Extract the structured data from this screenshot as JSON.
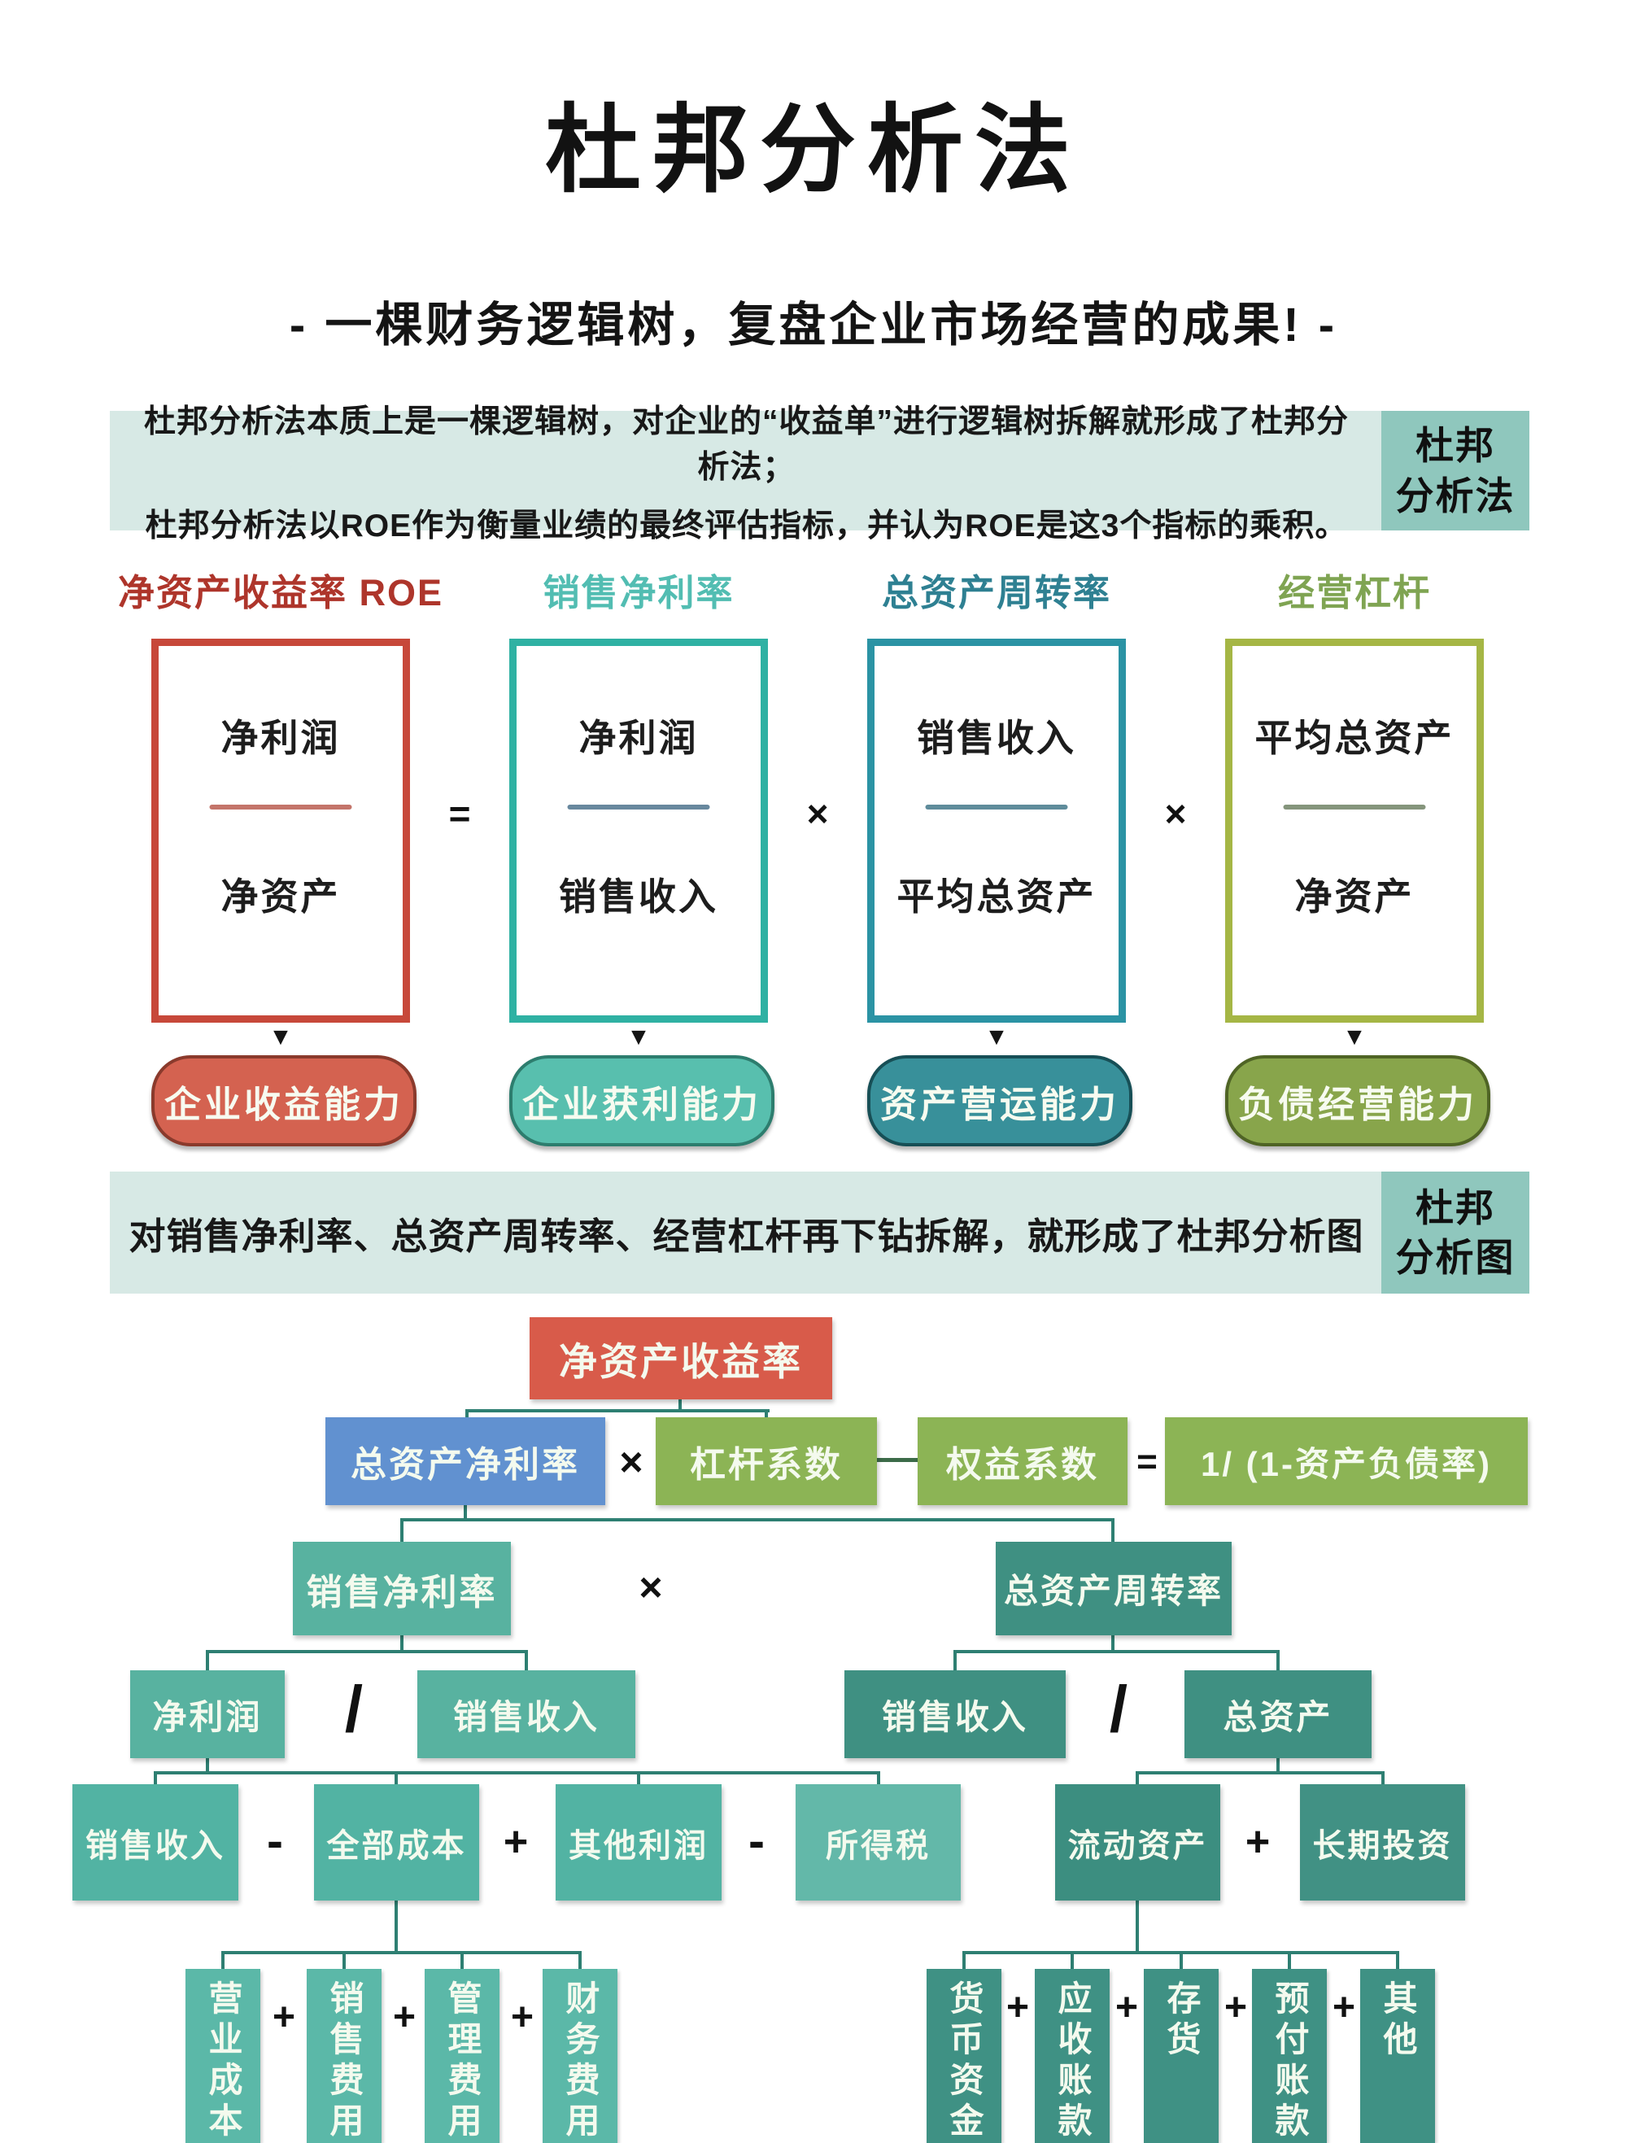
{
  "header": {
    "title": "杜邦分析法",
    "subtitle": "- 一棵财务逻辑树，复盘企业市场经营的成果! -"
  },
  "banner1": {
    "line1": "杜邦分析法本质上是一棵逻辑树，对企业的“收益单”进行逻辑树拆解就形成了杜邦分析法；",
    "line2": "杜邦分析法以ROE作为衡量业绩的最终评估指标，并认为ROE是这3个指标的乘积。",
    "tab": {
      "line1": "杜邦",
      "line2": "分析法"
    }
  },
  "formulas": {
    "headers": [
      "净资产收益率 ROE",
      "销售净利率",
      "总资产周转率",
      "经营杠杆"
    ],
    "boxes": [
      {
        "numerator": "净利润",
        "denominator": "净资产"
      },
      {
        "numerator": "净利润",
        "denominator": "销售收入"
      },
      {
        "numerator": "销售收入",
        "denominator": "平均总资产"
      },
      {
        "numerator": "平均总资产",
        "denominator": "净资产"
      }
    ],
    "operators": [
      "=",
      "×",
      "×"
    ],
    "pills": [
      "企业收益能力",
      "企业获利能力",
      "资产营运能力",
      "负债经营能力"
    ]
  },
  "banner2": {
    "text": "对销售净利率、总资产周转率、经营杠杆再下钻拆解，就形成了杜邦分析图",
    "tab": {
      "line1": "杜邦",
      "line2": "分析图"
    }
  },
  "tree": {
    "root": "净资产收益率",
    "row2": {
      "box1": "总资产净利率",
      "op1": "×",
      "box2": "杠杆系数",
      "box3": "权益系数",
      "op2": "=",
      "box4": "1/ (1-资产负债率)"
    },
    "row3": {
      "box1": "销售净利率",
      "op": "×",
      "box2": "总资产周转率"
    },
    "row4": {
      "box1": "净利润",
      "op1": "/",
      "box2": "销售收入",
      "box3": "销售收入",
      "op2": "/",
      "box4": "总资产"
    },
    "row5": {
      "box1": "销售收入",
      "op1": "-",
      "box2": "全部成本",
      "op2": "+",
      "box3": "其他利润",
      "op3": "-",
      "box4": "所得税",
      "box5": "流动资产",
      "op4": "+",
      "box6": "长期投资"
    },
    "row6": {
      "left": [
        "营业成本",
        "销售费用",
        "管理费用",
        "财务费用"
      ],
      "left_ops": [
        "+",
        "+",
        "+"
      ],
      "right": [
        "货币资金",
        "应收账款",
        "存货",
        "预付账款",
        "其他"
      ],
      "right_ops": [
        "+",
        "+",
        "+",
        "+"
      ]
    }
  },
  "colors": {
    "banner_bg": "#d7e9e5",
    "banner_tab_bg": "#8fc7bd",
    "red": "#c7483a",
    "salmon": "#d46250",
    "teal_light": "#58b2a0",
    "teal_dark": "#3f9082",
    "cyan_teal": "#2b93a4",
    "olive": "#a5b645",
    "green_node": "#8cb455",
    "blue_node": "#6191d0",
    "root_red": "#d85b4a",
    "line": "#2e7f72"
  }
}
